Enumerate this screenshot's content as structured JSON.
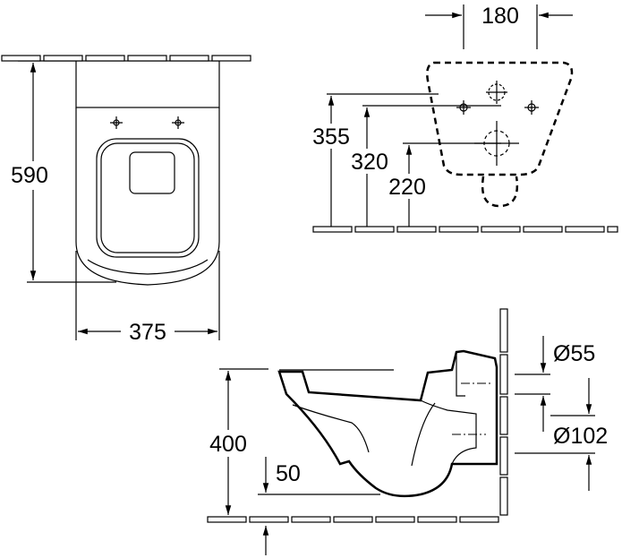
{
  "title": "Wall-hung WC dimension drawing",
  "top_view": {
    "depth": "590",
    "width": "375"
  },
  "rear_view": {
    "fixing_spacing": "180",
    "height_1": "355",
    "height_2": "320",
    "height_3": "220"
  },
  "side_view": {
    "rim_height": "400",
    "offset": "50",
    "inlet_diameter": "Ø55",
    "outlet_diameter": "Ø102"
  },
  "colors": {
    "line": "#000000",
    "background": "#ffffff"
  }
}
